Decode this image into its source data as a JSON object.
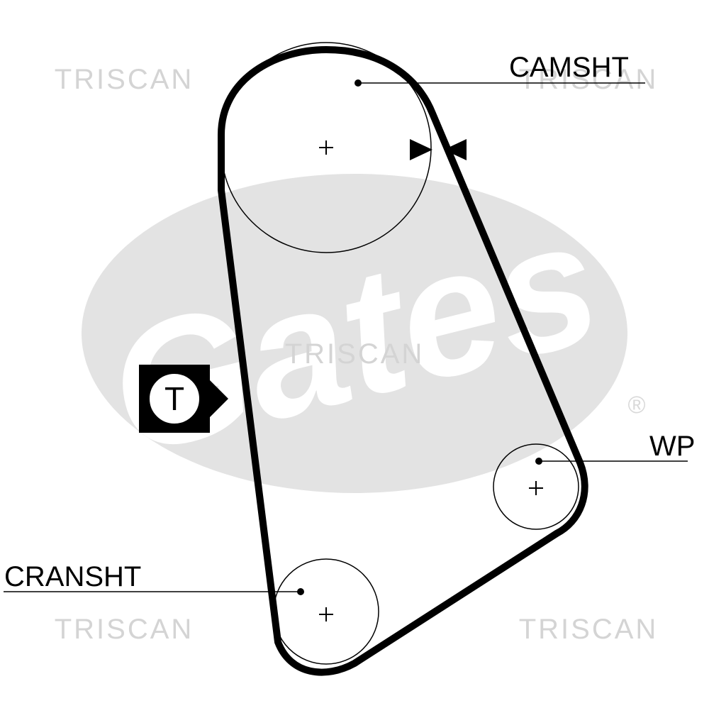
{
  "watermark": {
    "brand_text": "TRISCAN",
    "logo_text": "Gates",
    "registered_mark": "®",
    "color": "#d9d9d9"
  },
  "labels": {
    "camshaft": "CAMSHT",
    "water_pump": "WP",
    "crankshaft": "CRANSHT"
  },
  "tensioner": {
    "symbol": "T"
  },
  "colors": {
    "belt": "#000000",
    "pulley_outline": "#000000",
    "background": "#ffffff"
  }
}
